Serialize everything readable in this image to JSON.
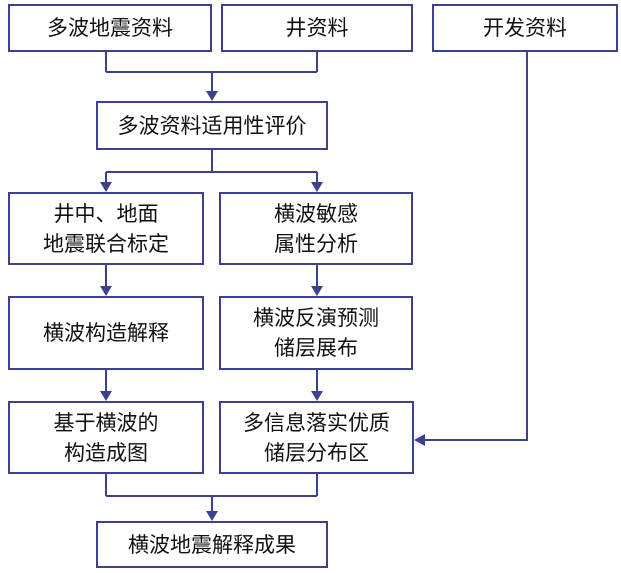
{
  "nodes": {
    "multiwave_seismic_data": "多波地震资料",
    "well_data": "井资料",
    "development_data": "开发资料",
    "multiwave_data_evaluation": "多波资料适用性评价",
    "well_surface_calibration": "井中、地面\n地震联合标定",
    "s_wave_sensitive_attributes": "横波敏感\n属性分析",
    "s_wave_structural_interpretation": "横波构造解释",
    "s_wave_inversion_prediction": "横波反演预测\n储层展布",
    "s_wave_structure_map": "基于横波的\n构造成图",
    "quality_reservoir_distribution": "多信息落实优质\n储层分布区",
    "s_wave_interpretation_results": "横波地震解释成果"
  },
  "colors": {
    "line": "#3d3f8f",
    "text": "#111111",
    "background": "#ffffff"
  }
}
